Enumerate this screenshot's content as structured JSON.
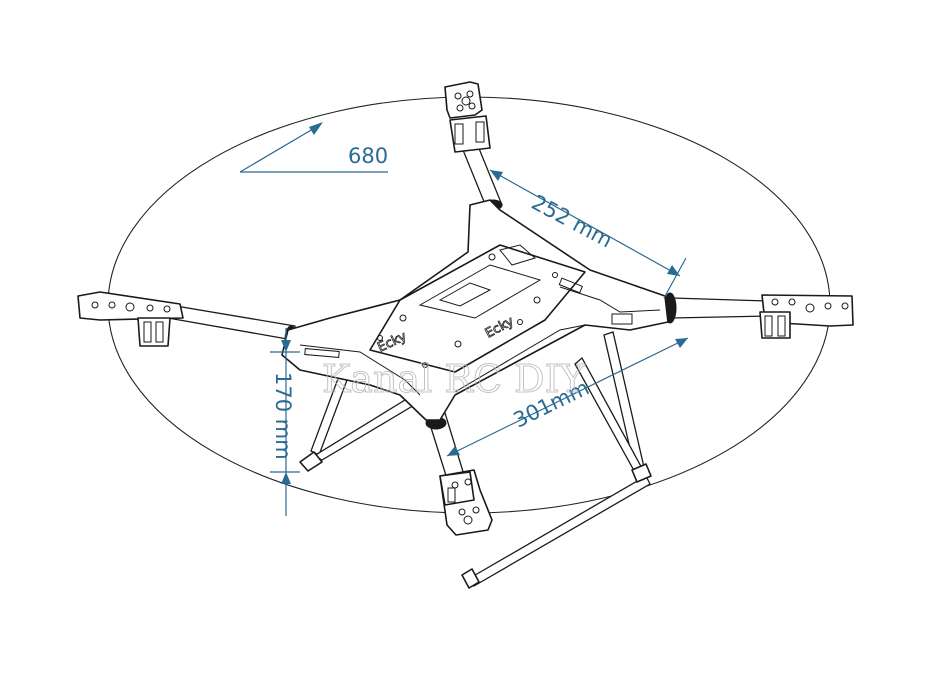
{
  "diagram": {
    "dimensions": {
      "diameter": "680",
      "arm_length": "252 mm",
      "frame_width": "301mm",
      "height": "170 mm"
    },
    "watermark": "Kanal RC DIY",
    "accent_color": "#2a6b93"
  }
}
